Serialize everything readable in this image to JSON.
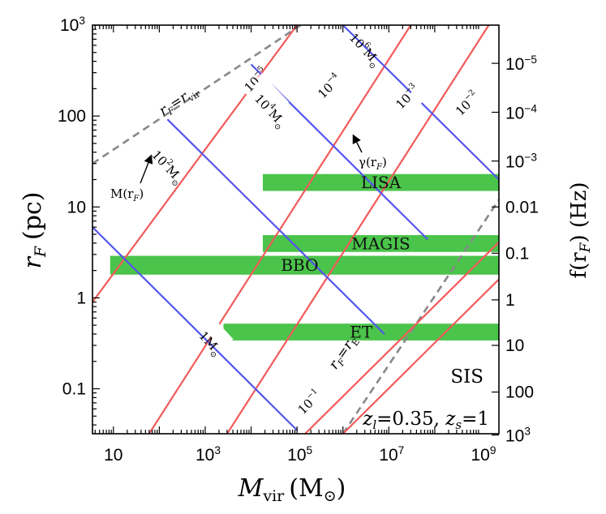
{
  "chart_data": {
    "type": "line",
    "xlabel": "M",
    "xlabel_sub": "vir",
    "xlabel_unit": "(M",
    "xlabel_unit_sub": "⊙",
    "ylabel": "r",
    "ylabel_sub": "F",
    "ylabel_unit": "(pc)",
    "y2label": "f(r",
    "y2label_sub": "F",
    "y2label_unit": ") (Hz)",
    "x_scale": "log",
    "y_scale": "log",
    "xlim": [
      3.5,
      2500000000
    ],
    "ylim": [
      0.032,
      1000
    ],
    "x_ticks": [
      {
        "value": 10,
        "label": "10"
      },
      {
        "value": 1000,
        "base": "10",
        "exp": "3"
      },
      {
        "value": 100000,
        "base": "10",
        "exp": "5"
      },
      {
        "value": 10000000,
        "base": "10",
        "exp": "7"
      },
      {
        "value": 1000000000,
        "base": "10",
        "exp": "9"
      }
    ],
    "y_ticks": [
      {
        "value": 0.1,
        "label": "0.1"
      },
      {
        "value": 1,
        "label": "1"
      },
      {
        "value": 10,
        "label": "10"
      },
      {
        "value": 100,
        "label": "100"
      },
      {
        "value": 1000,
        "base": "10",
        "exp": "3"
      }
    ],
    "y2_ticks": [
      {
        "y": 380,
        "base": "10",
        "exp": "−5"
      },
      {
        "y": 110,
        "base": "10",
        "exp": "−4"
      },
      {
        "y": 32,
        "base": "10",
        "exp": "−3"
      },
      {
        "y": 10,
        "label": "0.01"
      },
      {
        "y": 3.1,
        "label": "0.1"
      },
      {
        "y": 0.95,
        "label": "1"
      },
      {
        "y": 0.3,
        "label": "10"
      },
      {
        "y": 0.092,
        "label": "100"
      },
      {
        "y": 0.031,
        "base": "10",
        "exp": "3"
      }
    ],
    "boundary_lines": [
      {
        "name": "rF = rvir",
        "label": "r",
        "label_sub": "F",
        "label_mid": "=r",
        "label_sub2": "vir",
        "points": [
          [
            3.5,
            30
          ],
          [
            120000,
            1000
          ]
        ],
        "color": "#888888"
      },
      {
        "name": "rF = rE",
        "label": "r",
        "label_sub": "F",
        "label_mid": "=r",
        "label_sub2": "E",
        "points": [
          [
            1000000,
            0.032
          ],
          [
            2500000000,
            12
          ]
        ],
        "color": "#888888"
      }
    ],
    "red_lines": {
      "slope": 0.5,
      "color": "#f25a5a",
      "series": [
        {
          "label": "10",
          "exp": "−5",
          "points": [
            [
              3.5,
              0.9
            ],
            [
              100000,
              1000
            ]
          ]
        },
        {
          "label": "10",
          "exp": "−4",
          "points": [
            [
              60,
              0.032
            ],
            [
              30000000,
              1000
            ]
          ]
        },
        {
          "label": "10",
          "exp": "−3",
          "points": [
            [
              3000,
              0.032
            ],
            [
              1500000000,
              1000
            ]
          ]
        },
        {
          "label": "10",
          "exp": "−2",
          "points": [
            [
              150000,
              0.032
            ],
            [
              2500000000,
              4.1
            ]
          ]
        },
        {
          "label": "10",
          "exp": "−1",
          "points": [
            [
              1000000,
              0.032
            ],
            [
              2500000000,
              1.6
            ]
          ]
        }
      ]
    },
    "blue_lines": {
      "slope": -0.5,
      "color": "#5555ee",
      "series": [
        {
          "label": "1M",
          "label_sub": "⊙",
          "points": [
            [
              3.5,
              6
            ],
            [
              100000,
              0.035
            ]
          ]
        },
        {
          "label": "10",
          "exp": "2",
          "label_tail": "M",
          "label_sub": "⊙",
          "points": [
            [
              150,
              92
            ],
            [
              8000000,
              0.4
            ]
          ]
        },
        {
          "label": "10",
          "exp": "4",
          "label_tail": "M",
          "label_sub": "⊙",
          "points": [
            [
              10000,
              370
            ],
            [
              70000000,
              4.4
            ]
          ]
        },
        {
          "label": "10",
          "exp": "6",
          "label_tail": "M",
          "label_sub": "⊙",
          "points": [
            [
              1000000,
              1000
            ],
            [
              2500000000,
              20
            ]
          ]
        }
      ]
    },
    "bands": [
      {
        "name": "LISA",
        "x_start": 18000,
        "x_end": 2500000000,
        "y_low": 15,
        "y_high": 23,
        "color": "#3bbf3b"
      },
      {
        "name": "MAGIS",
        "x_start": 18000,
        "x_end": 2500000000,
        "y_low": 3.2,
        "y_high": 4.9,
        "color": "#3bbf3b"
      },
      {
        "name": "BBO",
        "x_start": 8.5,
        "x_end": 2500000000,
        "y_low": 1.8,
        "y_high": 2.9,
        "color": "#3bbf3b"
      },
      {
        "name": "ET",
        "x_start": 2500,
        "x_end": 2500000000,
        "y_low": 0.34,
        "y_high": 0.52,
        "color": "#3bbf3b"
      }
    ],
    "annotations": {
      "model": "SIS",
      "redshift": {
        "zl_sym": "z",
        "zl_sub": "l",
        "zl_val": "=0.35,",
        "zs_sym": "z",
        "zs_sub": "s",
        "zs_val": "=1"
      },
      "mass_arrow": {
        "text": "M(r",
        "sub": "F",
        "tail": ")"
      },
      "gamma_arrow": {
        "text": "γ(r",
        "sub": "F",
        "tail": ")"
      }
    }
  }
}
